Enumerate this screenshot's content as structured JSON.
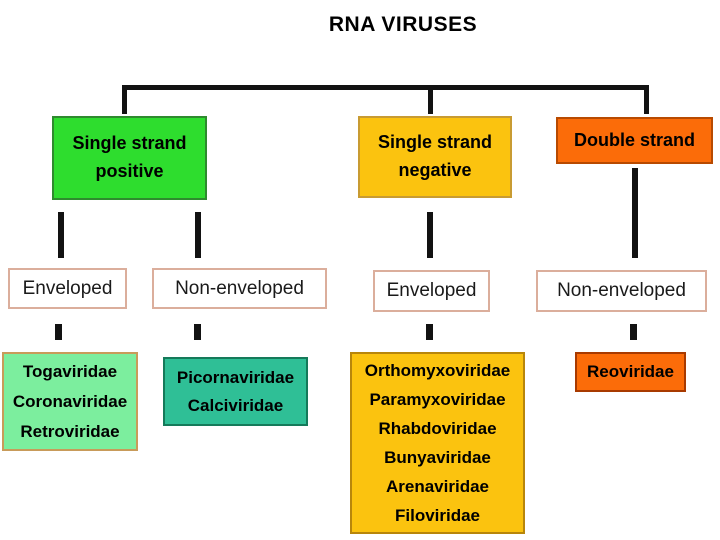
{
  "title": "RNA VIRUSES",
  "branches": [
    {
      "label": "Single strand positive",
      "color": "#2EDD2E",
      "children": [
        {
          "envelope": "Enveloped",
          "family_color": "#7CEE9E",
          "families": [
            "Togaviridae",
            "Coronaviridae",
            "Retroviridae"
          ]
        },
        {
          "envelope": "Non-enveloped",
          "family_color": "#2FBF96",
          "families": [
            "Picornaviridae",
            "Calciviridae"
          ]
        }
      ]
    },
    {
      "label": "Single strand negative",
      "color": "#FBC30F",
      "children": [
        {
          "envelope": "Enveloped",
          "family_color": "#FBC30F",
          "families": [
            "Orthomyxoviridae",
            "Paramyxoviridae",
            "Rhabdoviridae",
            "Bunyaviridae",
            "Arenaviridae",
            "Filoviridae"
          ]
        }
      ]
    },
    {
      "label": "Double strand",
      "color": "#FB6C09",
      "children": [
        {
          "envelope": "Non-enveloped",
          "family_color": "#FB6C09",
          "families": [
            "Reoviridae"
          ]
        }
      ]
    }
  ],
  "line_color": "#121212",
  "background_color": "#FFFFFF"
}
